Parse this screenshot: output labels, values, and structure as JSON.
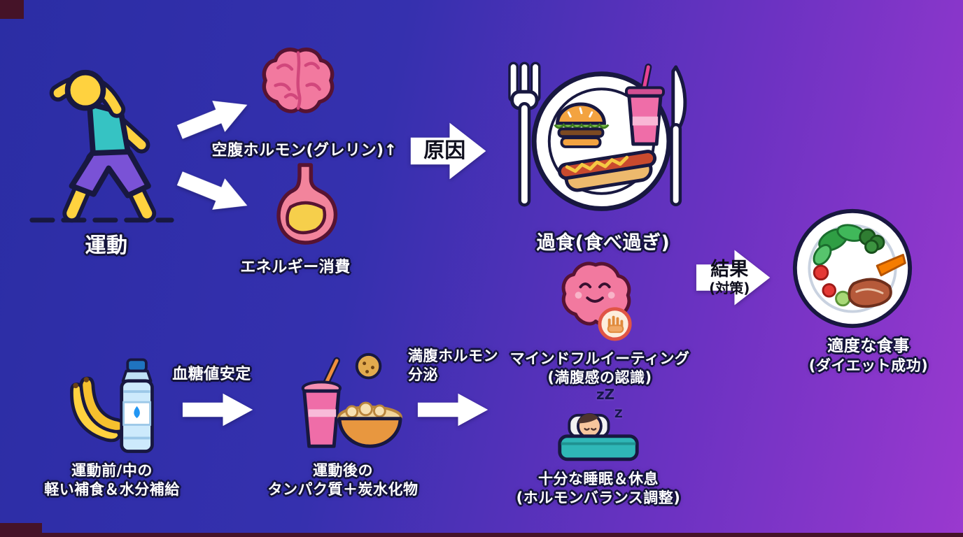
{
  "colors": {
    "background_start": "#2b2da4",
    "background_end": "#9a39cf",
    "label_text": "#ffffff",
    "label_outline": "#14143c",
    "arrow_fill": "#ffffff",
    "arrow_text": "#0e0e1c",
    "corner_accent": "#451328"
  },
  "nodes": {
    "exercise": {
      "label": "運動",
      "icon": "exercise-person-icon"
    },
    "hunger_hormone": {
      "label": "空腹ホルモン(グレリン)↑",
      "icon": "brain-icon"
    },
    "energy_consumption": {
      "label": "エネルギー消費",
      "icon": "stomach-icon"
    },
    "overeating": {
      "label": "過食(食べ過ぎ)",
      "icon": "junk-food-plate-icon"
    },
    "moderate_meal": {
      "line1": "適度な食事",
      "line2": "(ダイエット成功)",
      "icon": "healthy-plate-icon"
    },
    "pre_workout_snack": {
      "line1": "運動前/中の",
      "line2": "軽い補食＆水分補給",
      "icon": "banana-and-bottle-icon"
    },
    "post_workout_meal": {
      "line1": "運動後の",
      "line2": "タンパク質＋炭水化物",
      "icon": "shake-and-bowl-icon"
    },
    "mindful_eating": {
      "line1": "マインドフルイーティング",
      "line2": "(満腹感の認識)",
      "icon": "mindful-brain-icon"
    },
    "sleep_rest": {
      "line1": "十分な睡眠＆休息",
      "line2": "(ホルモンバランス調整)",
      "icon": "sleeping-person-icon",
      "zz_top": "zZ",
      "zz_side": "Z"
    }
  },
  "connectors": {
    "cause": {
      "label": "原因"
    },
    "result": {
      "line1": "結果",
      "line2": "(対策)"
    },
    "blood_sugar": {
      "label": "血糖値安定"
    },
    "satiety": {
      "line1": "満腹ホルモン",
      "line2": "分泌"
    }
  }
}
